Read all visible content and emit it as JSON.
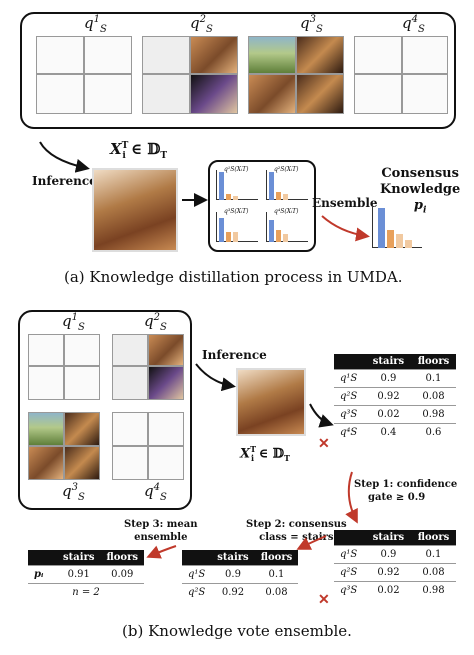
{
  "panel_a": {
    "domains": [
      {
        "q": "q",
        "sup": "1",
        "sub": "S"
      },
      {
        "q": "q",
        "sup": "2",
        "sub": "S"
      },
      {
        "q": "q",
        "sup": "3",
        "sub": "S"
      },
      {
        "q": "q",
        "sup": "4",
        "sub": "S"
      }
    ],
    "input_label": "X",
    "input_sup": "T",
    "input_sub": "i",
    "input_rest": " ∈ 𝔻",
    "input_rest_sub": "T",
    "inference_label": "Inference",
    "ensemble_label": "Ensemble",
    "consensus_line1": "Consensus",
    "consensus_line2": "Knowledge",
    "consensus_symbol": "p",
    "consensus_sub": "i",
    "mini_labels": [
      "q¹S(XᵢT)",
      "q²S(XᵢT)",
      "q³S(XᵢT)",
      "q⁴S(XᵢT)"
    ],
    "caption": "(a)  Knowledge distillation process in UMDA."
  },
  "panel_b": {
    "domains": [
      {
        "q": "q",
        "sup": "1",
        "sub": "S"
      },
      {
        "q": "q",
        "sup": "2",
        "sub": "S"
      },
      {
        "q": "q",
        "sup": "3",
        "sub": "S"
      },
      {
        "q": "q",
        "sup": "4",
        "sub": "S"
      }
    ],
    "inference_label": "Inference",
    "input_label": "X",
    "input_sup": "T",
    "input_sub": "i",
    "input_rest": " ∈ 𝔻",
    "input_rest_sub": "T",
    "table1": {
      "headers": [
        "",
        "stairs",
        "floors"
      ],
      "rows": [
        {
          "label": "q¹S",
          "stairs": "0.9",
          "floors": "0.1"
        },
        {
          "label": "q²S",
          "stairs": "0.92",
          "floors": "0.08"
        },
        {
          "label": "q³S",
          "stairs": "0.02",
          "floors": "0.98"
        },
        {
          "label": "q⁴S",
          "stairs": "0.4",
          "floors": "0.6"
        }
      ]
    },
    "step1_line1": "Step 1: confidence",
    "step1_line2": "gate ≥ 0.9",
    "table2": {
      "headers": [
        "",
        "stairs",
        "floors"
      ],
      "rows": [
        {
          "label": "q¹S",
          "stairs": "0.9",
          "floors": "0.1"
        },
        {
          "label": "q²S",
          "stairs": "0.92",
          "floors": "0.08"
        },
        {
          "label": "q³S",
          "stairs": "0.02",
          "floors": "0.98"
        }
      ]
    },
    "step2_line1": "Step 2: consensus",
    "step2_line2": "class = stairs",
    "table3": {
      "headers": [
        "",
        "stairs",
        "floors"
      ],
      "rows": [
        {
          "label": "q¹S",
          "stairs": "0.9",
          "floors": "0.1"
        },
        {
          "label": "q²S",
          "stairs": "0.92",
          "floors": "0.08"
        }
      ]
    },
    "step3_line1": "Step 3: mean",
    "step3_line2": "ensemble",
    "table4": {
      "headers": [
        "",
        "stairs",
        "floors"
      ],
      "row_label": "pᵢ",
      "stairs": "0.91",
      "floors": "0.09",
      "count_text": "n = 2"
    },
    "caption": "(b)  Knowledge vote ensemble."
  }
}
